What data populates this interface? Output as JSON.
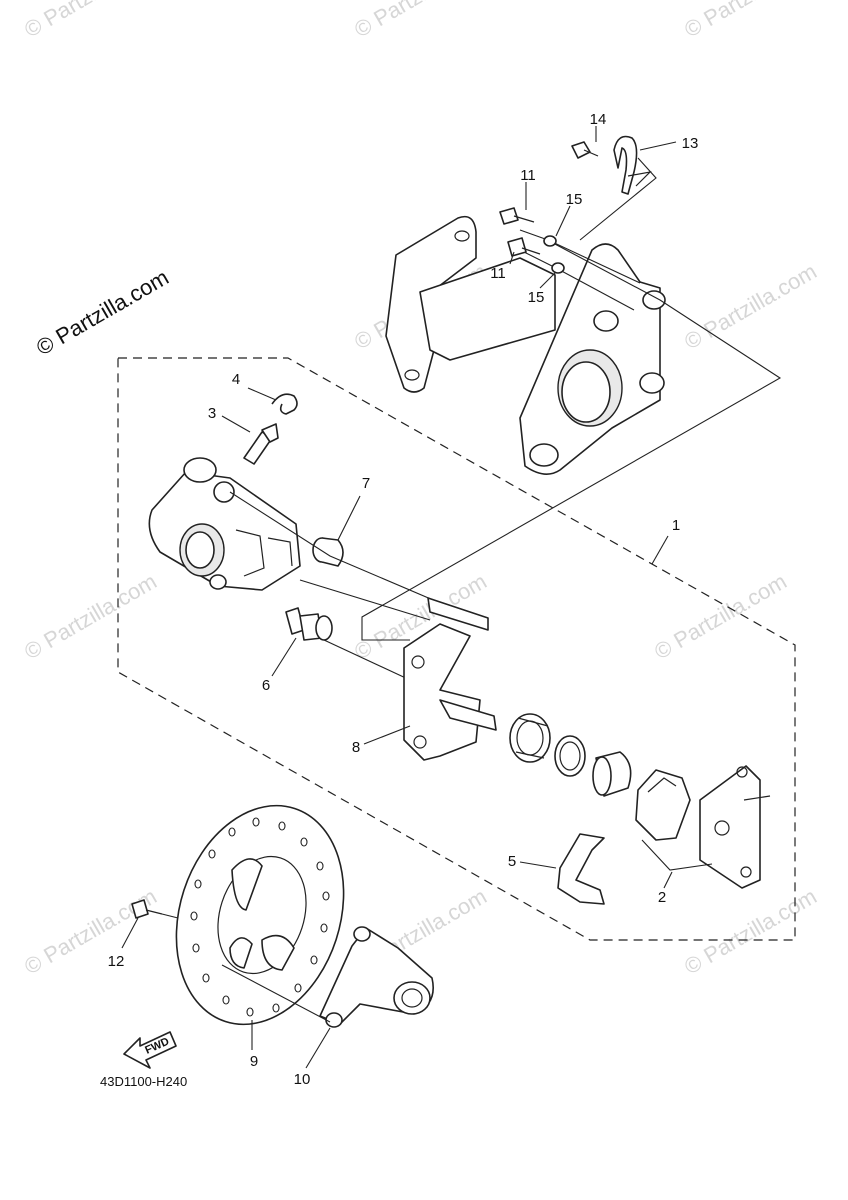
{
  "watermark": {
    "main": "© Partzilla.com",
    "tile": "© Partzilla.com"
  },
  "diagram_code": "43D1100-H240",
  "fwd_label": "FWD",
  "callouts": {
    "p1": "1",
    "p2": "2",
    "p3": "3",
    "p4": "4",
    "p5": "5",
    "p6": "6",
    "p7": "7",
    "p8": "8",
    "p9": "9",
    "p10": "10",
    "p11a": "11",
    "p11b": "11",
    "p12": "12",
    "p13": "13",
    "p14": "14",
    "p15a": "15",
    "p15b": "15"
  },
  "colors": {
    "line": "#222222",
    "watermark": "#c9c9c9",
    "background": "#ffffff"
  }
}
